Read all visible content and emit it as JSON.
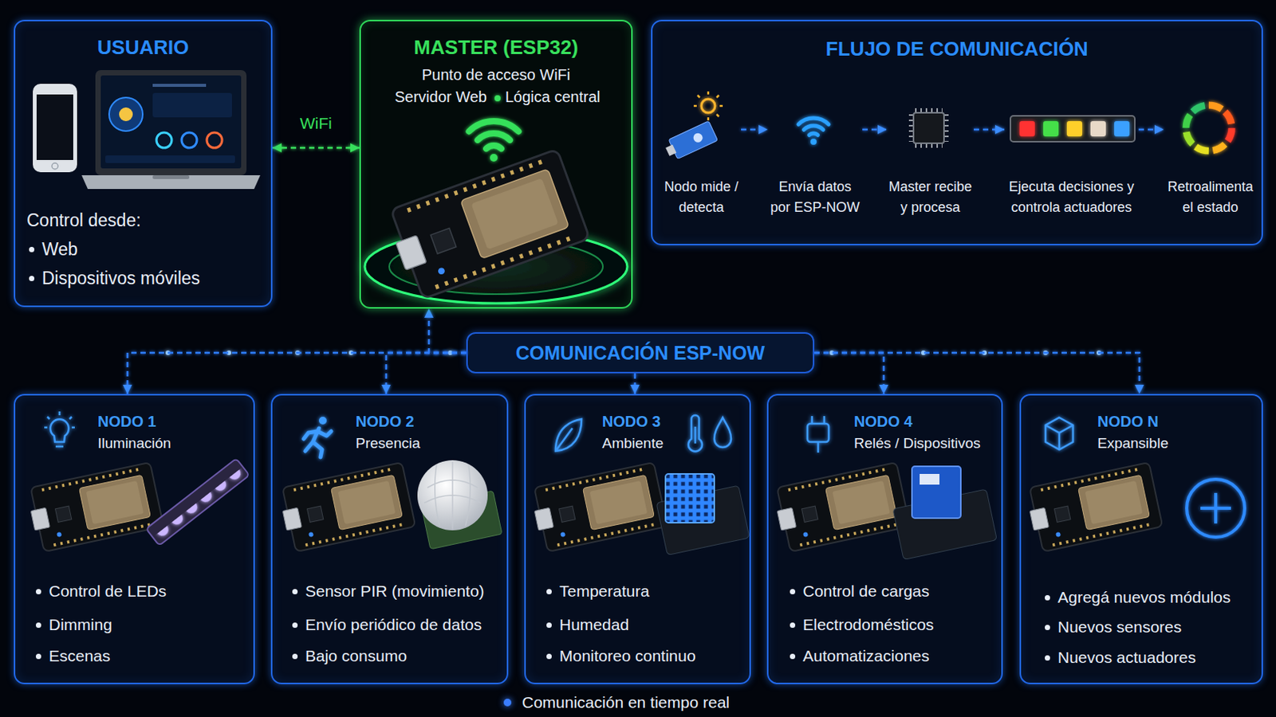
{
  "diagram": {
    "nodes": [
      {
        "text": [
          "USUARIO",
          "Control desde:",
          "Web",
          "Dispositivos móviles"
        ]
      },
      {
        "text": [
          "MASTER (ESP32)",
          "Punto de acceso WiFi",
          "Servidor Web",
          "Lógica central"
        ]
      },
      {
        "text": [
          "FLUJO DE COMUNICACIÓN"
        ]
      },
      {
        "text": [
          "Nodo mide / detecta"
        ],
        "in": 2
      },
      {
        "text": [
          "Envía datos por ESP-NOW"
        ],
        "in": 2
      },
      {
        "text": [
          "Master recibe y procesa"
        ],
        "in": 2
      },
      {
        "text": [
          "Ejecuta decisiones y controla actuadores"
        ],
        "in": 2
      },
      {
        "text": [
          "Retroalimenta el estado"
        ],
        "in": 2
      },
      {
        "text": [
          "COMUNICACIÓN ESP-NOW"
        ]
      },
      {
        "text": [
          "NODO 1",
          "Iluminación",
          "Control de LEDs",
          "Dimming",
          "Escenas"
        ]
      },
      {
        "text": [
          "NODO 2",
          "Presencia",
          "Sensor PIR (movimiento)",
          "Envío periódico de datos",
          "Bajo consumo"
        ]
      },
      {
        "text": [
          "NODO 3",
          "Ambiente",
          "Temperatura",
          "Humedad",
          "Monitoreo continuo"
        ]
      },
      {
        "text": [
          "NODO 4",
          "Relés / Dispositivos",
          "Control de cargas",
          "Electrodomésticos",
          "Automatizaciones"
        ]
      },
      {
        "text": [
          "NODO N",
          "Expansible",
          "Agregá nuevos módulos",
          "Nuevos sensores",
          "Nuevos actuadores"
        ]
      }
    ],
    "edges": [
      {
        "from": 0,
        "to": 1,
        "arrow": "both",
        "label": "WiFi"
      },
      {
        "from": 3,
        "to": 4,
        "arrow": "to"
      },
      {
        "from": 4,
        "to": 5,
        "arrow": "to"
      },
      {
        "from": 5,
        "to": 6,
        "arrow": "to"
      },
      {
        "from": 6,
        "to": 7,
        "arrow": "to"
      },
      {
        "from": 8,
        "to": 1,
        "arrow": "to"
      },
      {
        "from": 8,
        "to": 9,
        "arrow": "to"
      },
      {
        "from": 8,
        "to": 10,
        "arrow": "to"
      },
      {
        "from": 8,
        "to": 11,
        "arrow": "to"
      },
      {
        "from": 8,
        "to": 12,
        "arrow": "to"
      },
      {
        "from": 8,
        "to": 13,
        "arrow": "to"
      }
    ],
    "legend": [
      {
        "text": "Comunicación en tiempo real",
        "color": "#3a7dff"
      }
    ]
  }
}
